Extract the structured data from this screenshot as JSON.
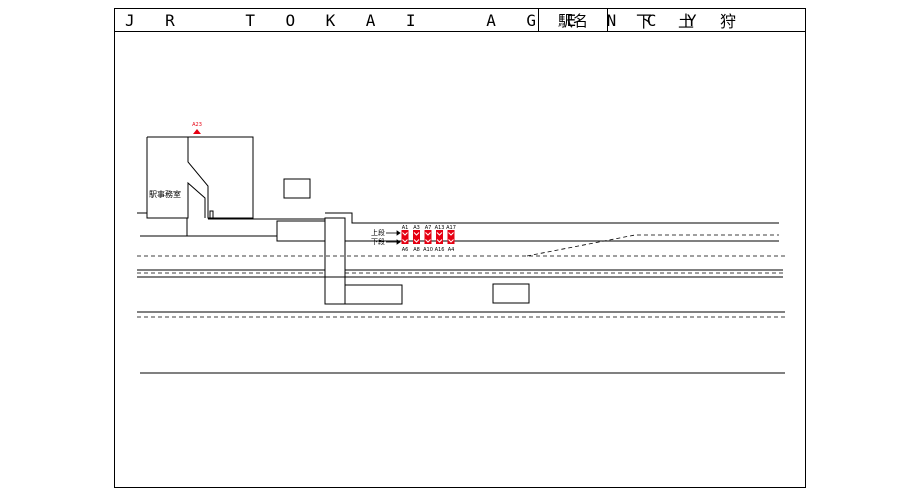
{
  "header": {
    "agency": "JR TOKAI AGENCY",
    "station_label": "駅名",
    "station_name": "下土狩"
  },
  "diagram": {
    "office_label": "駅事務室",
    "exit_label": "A23",
    "upper_label": "上段",
    "lower_label": "下段",
    "upper_codes": [
      "A1",
      "A3",
      "A7",
      "A13",
      "A17"
    ],
    "lower_codes": [
      "A6",
      "A8",
      "A10",
      "A16",
      "A4"
    ],
    "marker_color": "#e60012"
  }
}
